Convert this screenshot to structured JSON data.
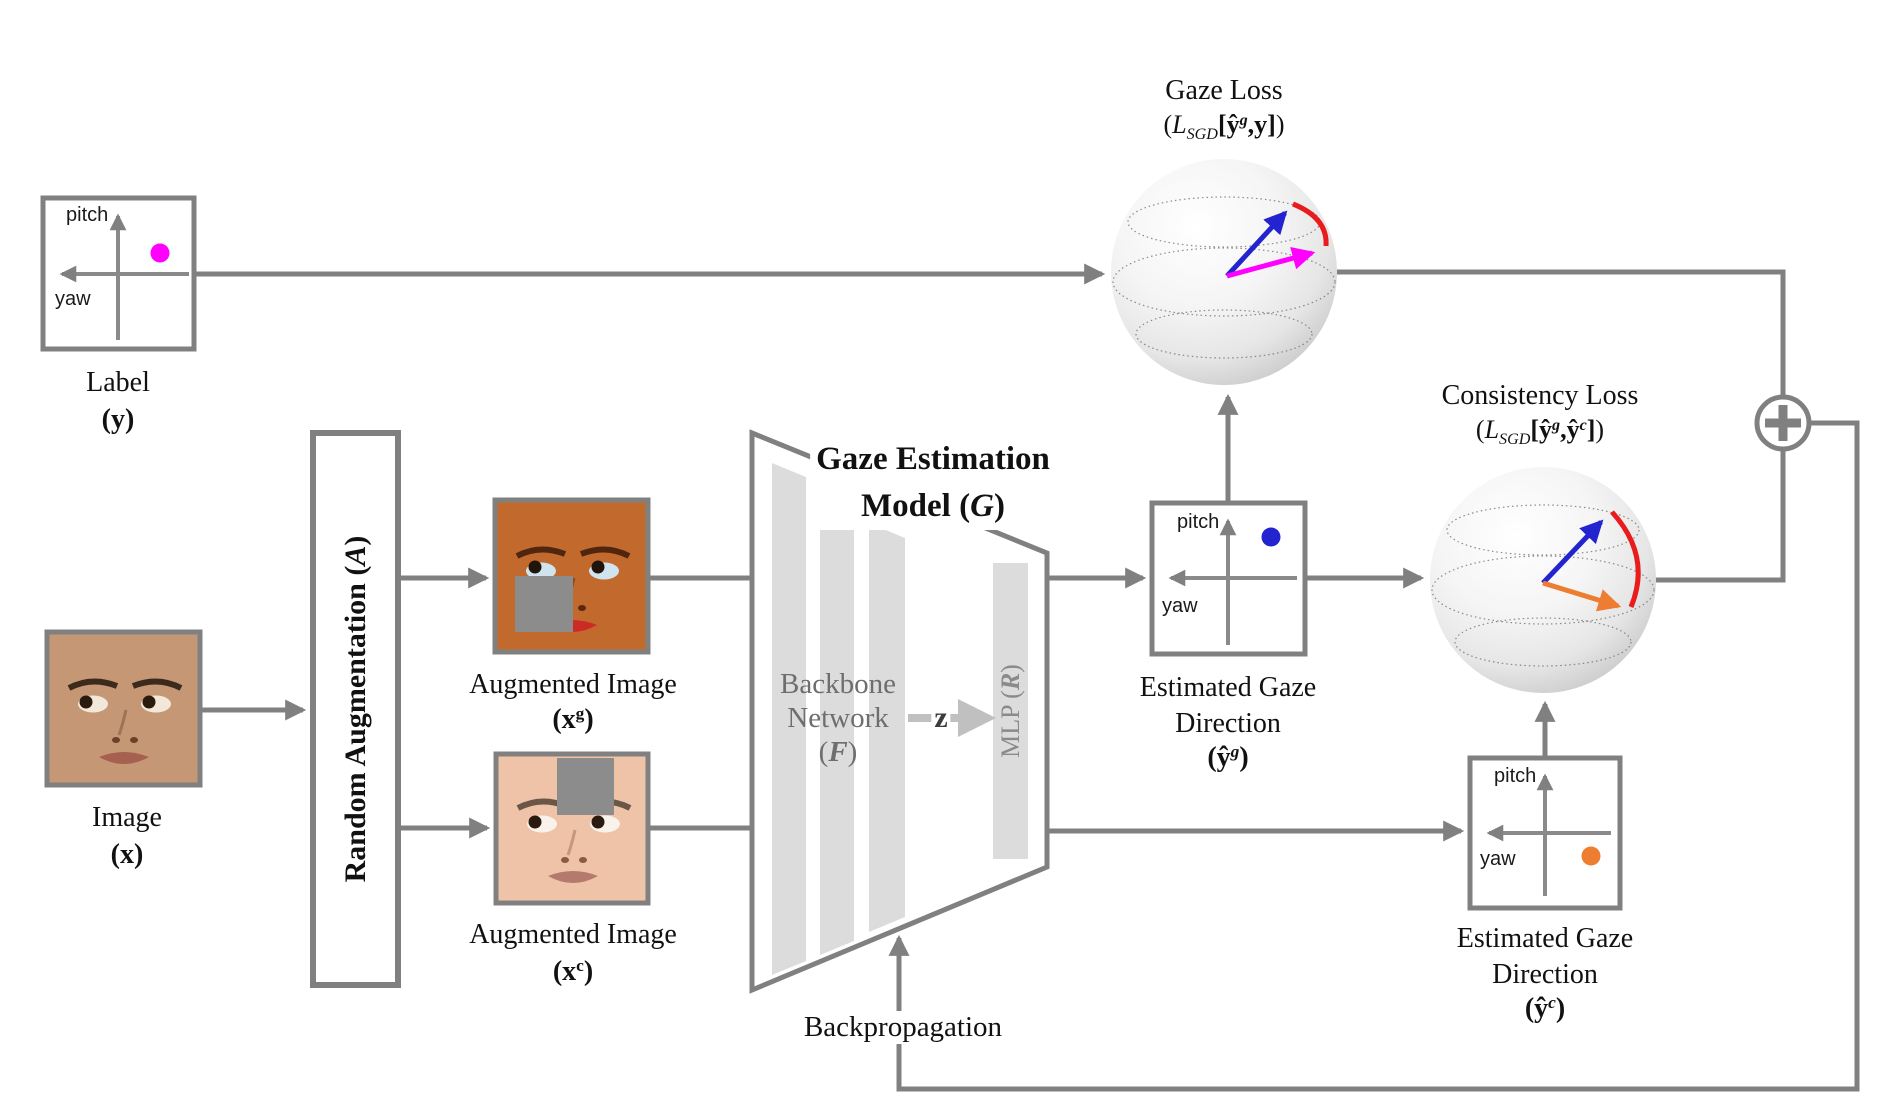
{
  "colors": {
    "line_gray": "#808080",
    "bar_gray": "#dcdcdc",
    "magenta": "#ff00ff",
    "blue": "#2323cf",
    "orange": "#ed7d31",
    "red": "#e81c1c"
  },
  "icons": {
    "sum": "plus-icon"
  },
  "label_box": {
    "pitch": "pitch",
    "yaw": "yaw",
    "title": "Label",
    "sym_open": "(",
    "sym": "y",
    "sym_close": ")"
  },
  "image_box": {
    "title": "Image",
    "sym_open": "(",
    "sym": "x",
    "sym_close": ")"
  },
  "random_aug": {
    "pre": "Random Augmentation (",
    "sym": "A",
    "post": ")"
  },
  "aug_image_g": {
    "title": "Augmented Image",
    "sym_open": "(",
    "sym": "x",
    "sup": "g",
    "sym_close": ")"
  },
  "aug_image_c": {
    "title": "Augmented Image",
    "sym_open": "(",
    "sym": "x",
    "sup": "c",
    "sym_close": ")"
  },
  "model": {
    "title_line1": "Gaze Estimation",
    "title_line2_pre": "Model (",
    "title_sym": "G",
    "title_post": ")",
    "backbone_line1": "Backbone",
    "backbone_line2": "Network",
    "backbone_open": "(",
    "backbone_sym": "F",
    "backbone_close": ")",
    "z_label": "z",
    "mlp_pre": "MLP (",
    "mlp_sym": "R",
    "mlp_post": ")"
  },
  "est_gaze_g": {
    "pitch": "pitch",
    "yaw": "yaw",
    "line1": "Estimated Gaze",
    "line2": "Direction",
    "sym_open": "(",
    "yhat": "ŷ",
    "sup": "g",
    "sym_close": ")"
  },
  "est_gaze_c": {
    "pitch": "pitch",
    "yaw": "yaw",
    "line1": "Estimated Gaze",
    "line2": "Direction",
    "sym_open": "(",
    "yhat": "ŷ",
    "sup": "c",
    "sym_close": ")"
  },
  "gaze_loss": {
    "title": "Gaze Loss",
    "open": "(",
    "L": "L",
    "sub": "SGD",
    "lbr": "[",
    "yhat": "ŷ",
    "sup": "g",
    "comma": ",",
    "y": "y",
    "rbr": "]",
    "close": ")"
  },
  "consistency_loss": {
    "title": "Consistency Loss",
    "open": "(",
    "L": "L",
    "sub": "SGD",
    "lbr": "[",
    "yhat1": "ŷ",
    "sup1": "g",
    "comma": ",",
    "yhat2": "ŷ",
    "sup2": "c",
    "rbr": "]",
    "close": ")"
  },
  "backprop_label": "Backpropagation"
}
